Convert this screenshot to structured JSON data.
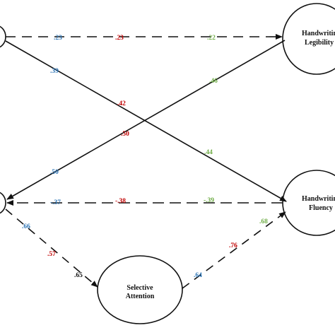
{
  "nodes": {
    "handwriting_legibility": {
      "label_line1": "Handwriting",
      "label_line2": "Legibility"
    },
    "handwriting_fluency": {
      "label_line1": "Handwriting",
      "label_line2": "Fluency"
    },
    "selective_attention": {
      "label_line1": "Selective",
      "label_line2": "Attention"
    }
  },
  "coefficients": {
    "top_path": {
      "blue": ".23",
      "red": ".23",
      "green": ".22"
    },
    "top_to_fluency": {
      "blue": ".39",
      "red": ".42",
      "green": ".44"
    },
    "bottom_to_legibility": {
      "blue": ".50",
      "red": ".50",
      "green": ".46"
    },
    "bottom_path": {
      "blue": "-.37",
      "red": "-.38",
      "green": "-.39"
    },
    "bottom_to_attention": {
      "blue": ".66",
      "red": ".57",
      "black": ".65"
    },
    "attention_to_fluency": {
      "blue": ".64",
      "red": ".76",
      "green": ".68"
    }
  },
  "colors": {
    "blue": "#2e75b6",
    "red": "#c00000",
    "green": "#70ad47",
    "black": "#111111",
    "line": "#111111"
  }
}
